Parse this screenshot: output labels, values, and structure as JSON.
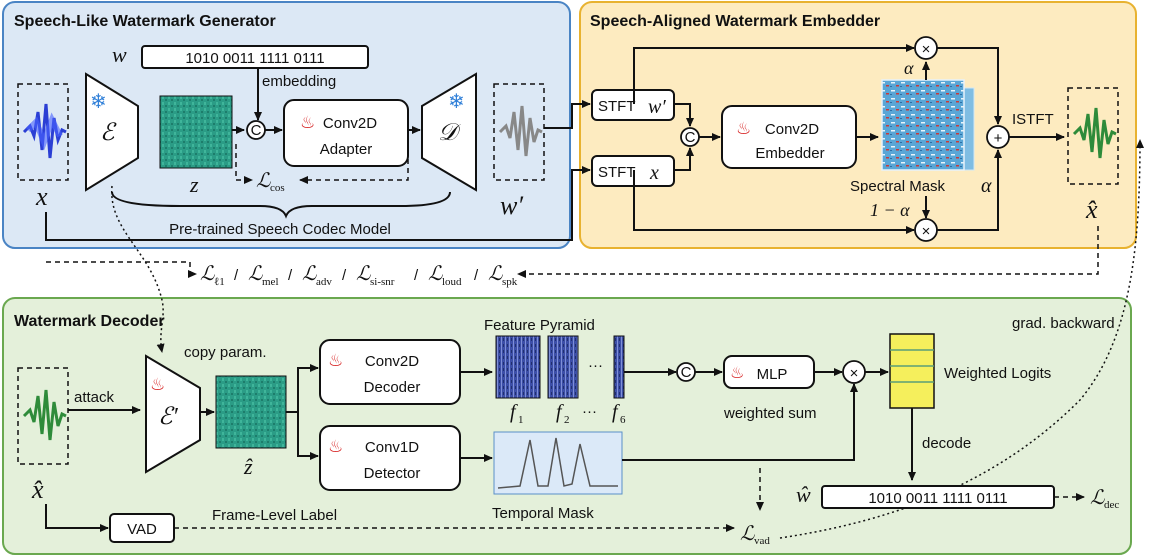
{
  "panels": {
    "generator_title": "Speech-Like  Watermark Generator",
    "embedder_title": "Speech-Aligned Watermark Embedder",
    "decoder_title": "Watermark Decoder"
  },
  "generator": {
    "w_symbol": "w",
    "bits": "1010 0011 1111 0111",
    "embedding_label": "embedding",
    "encoder_symbol": "ℰ",
    "decoder_symbol": "𝒟",
    "z_symbol": "z",
    "concat_symbol": "C",
    "adapter_line1": "Conv2D",
    "adapter_line2": "Adapter",
    "loss_cos": "cos",
    "codec_label": "Pre-trained Speech Codec Model",
    "x_symbol": "x",
    "w_prime_symbol": "w′"
  },
  "embedder": {
    "stft_w": "STFT",
    "stft_w_sym": "w′",
    "stft_x": "STFT",
    "stft_x_sym": "x",
    "concat_symbol": "C",
    "embedder_line1": "Conv2D",
    "embedder_line2": "Embedder",
    "alpha": "α",
    "one_minus_alpha": "1 − α",
    "spectral_mask": "Spectral Mask",
    "istft": "ISTFT",
    "x_hat": "x̂",
    "mult": "×",
    "plus": "+"
  },
  "losses": {
    "terms": [
      "ℓ1",
      "mel",
      "adv",
      "si-snr",
      "loud",
      "spk"
    ]
  },
  "decoder": {
    "copy_param": "copy param.",
    "attack": "attack",
    "encoder_prime": "ℰ′",
    "z_hat": "ẑ",
    "conv2d_line1": "Conv2D",
    "conv2d_line2": "Decoder",
    "conv1d_line1": "Conv1D",
    "conv1d_line2": "Detector",
    "feature_pyramid": "Feature Pyramid",
    "f1": "f",
    "f1_sub": "1",
    "f2": "f",
    "f2_sub": "2",
    "f6": "f",
    "f6_sub": "6",
    "ellipsis": "···",
    "concat_symbol": "C",
    "mlp": "MLP",
    "weighted_sum": "weighted sum",
    "weighted_logits": "Weighted Logits",
    "decode": "decode",
    "grad_backward": "grad. backward",
    "w_hat": "ŵ",
    "bits": "1010 0011 1111 0111",
    "loss_dec": "dec",
    "temporal_mask": "Temporal Mask",
    "vad": "VAD",
    "frame_label": "Frame-Level Label",
    "loss_vad": "vad",
    "x_hat": "x̂"
  },
  "colors": {
    "generator_bg": "#dce8f5",
    "generator_border": "#4a84c4",
    "embedder_bg": "#fdebc0",
    "embedder_border": "#e8b230",
    "decoder_bg": "#e4f0da",
    "decoder_border": "#6aa84f",
    "latent": "#2e9a86",
    "logits": "#f5ef5c",
    "flame": "#d62020",
    "snow": "#2f7fd8"
  }
}
